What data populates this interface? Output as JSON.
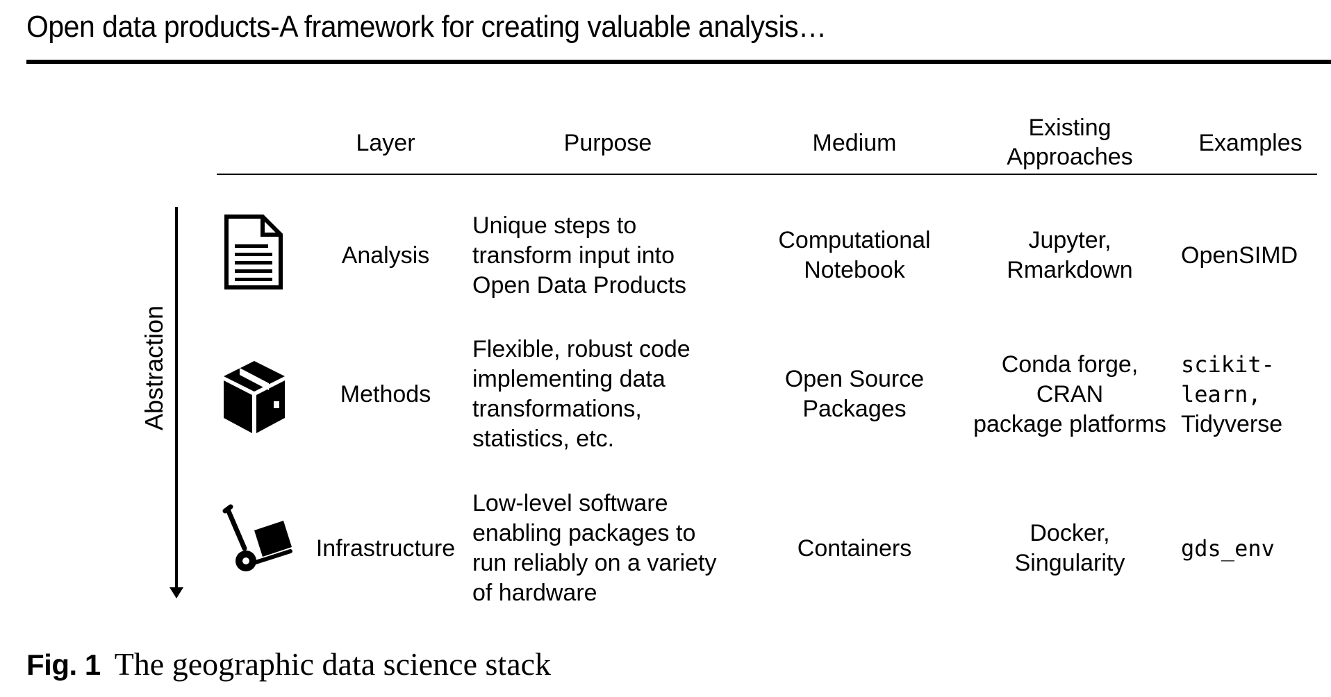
{
  "running_head": "Open data products-A framework for creating valuable analysis…",
  "table": {
    "headers": {
      "layer": "Layer",
      "purpose": "Purpose",
      "medium": "Medium",
      "approaches": "Existing\nApproaches",
      "examples": "Examples"
    },
    "axis_label": "Abstraction",
    "rows": [
      {
        "icon": "document-icon",
        "layer": "Analysis",
        "purpose": "Unique steps to\ntransform input into\nOpen Data Products",
        "medium": "Computational\nNotebook",
        "approaches": "Jupyter,\nRmarkdown",
        "examples_line1": "OpenSIMD",
        "examples_line2": ""
      },
      {
        "icon": "package-box-icon",
        "layer": "Methods",
        "purpose": "Flexible, robust code\nimplementing data\ntransformations,\nstatistics, etc.",
        "medium": "Open Source\nPackages",
        "approaches": "Conda forge,\nCRAN\npackage platforms",
        "examples_line1": "scikit-\nlearn,",
        "examples_line2": "Tidyverse"
      },
      {
        "icon": "hand-truck-icon",
        "layer": "Infrastructure",
        "purpose": "Low-level software\nenabling packages to\nrun reliably on a variety\nof hardware",
        "medium": "Containers",
        "approaches": "Docker,\nSingularity",
        "examples_line1": "gds_env",
        "examples_line2": ""
      }
    ]
  },
  "caption": {
    "label": "Fig. 1",
    "text": "The geographic data science stack"
  }
}
